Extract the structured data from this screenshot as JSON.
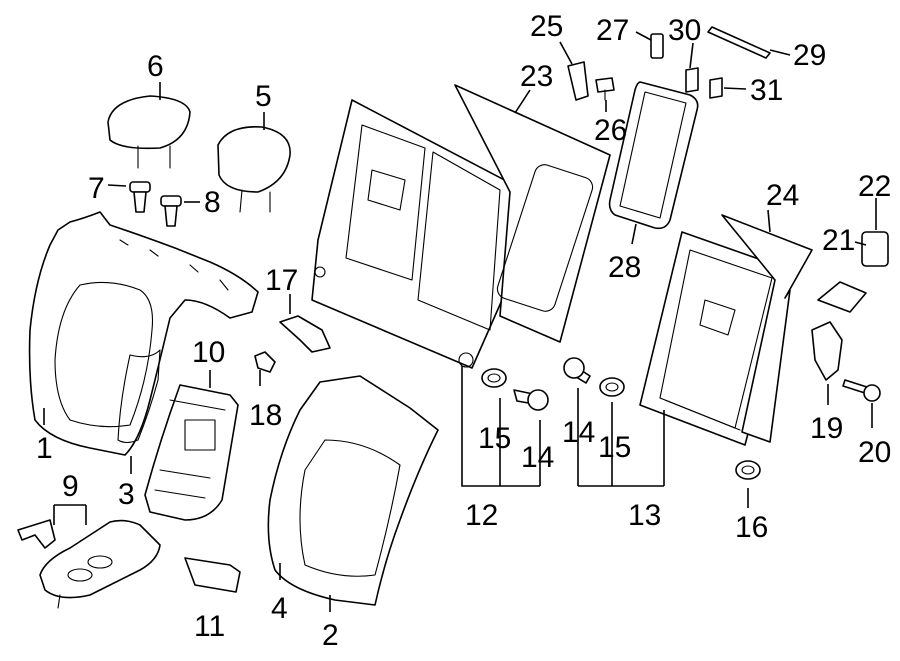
{
  "callouts": {
    "c1": "1",
    "c2": "2",
    "c3": "3",
    "c4": "4",
    "c5": "5",
    "c6": "6",
    "c7": "7",
    "c8": "8",
    "c9": "9",
    "c10": "10",
    "c11": "11",
    "c12": "12",
    "c13": "13",
    "c14a": "14",
    "c14b": "14",
    "c15a": "15",
    "c15b": "15",
    "c16": "16",
    "c17": "17",
    "c18": "18",
    "c19": "19",
    "c20": "20",
    "c21": "21",
    "c22": "22",
    "c23": "23",
    "c24": "24",
    "c25": "25",
    "c26": "26",
    "c27": "27",
    "c28": "28",
    "c29": "29",
    "c30": "30",
    "c31": "31"
  },
  "colors": {
    "line": "#000000",
    "background": "#ffffff"
  }
}
